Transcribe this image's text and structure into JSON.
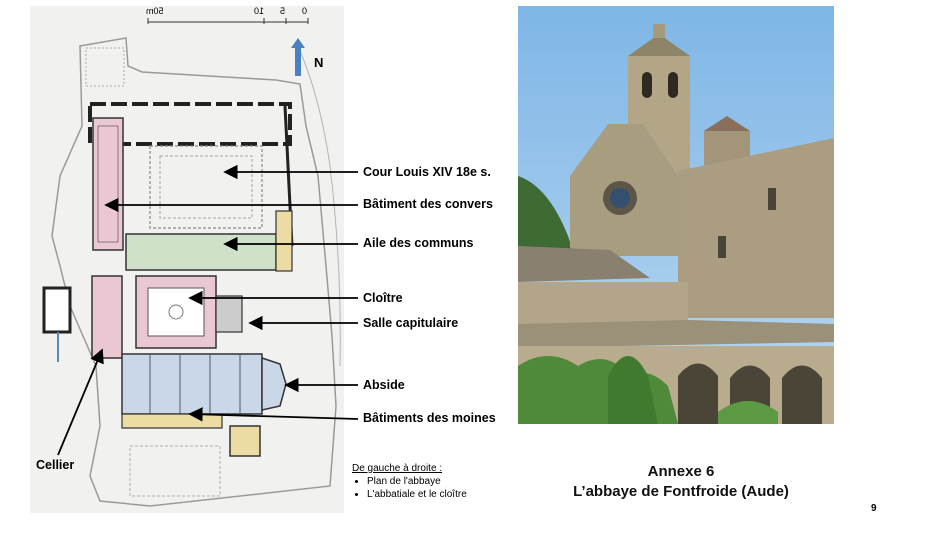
{
  "plan": {
    "north_label": "N",
    "scale_numbers": [
      "0",
      "5",
      "10",
      "50m"
    ],
    "labels": {
      "cour": "Cour Louis XIV 18e s.",
      "convers": "Bâtiment des convers",
      "communs": "Aile des communs",
      "cloitre": "Cloître",
      "capitulaire": "Salle capitulaire",
      "abside": "Abside",
      "moines": "Bâtiments des moines",
      "cellier": "Cellier"
    }
  },
  "note": {
    "title": "De gauche à droite :",
    "items": [
      "Plan de l'abbaye",
      "L'abbatiale et le cloître"
    ]
  },
  "caption": {
    "line1": "Annexe 6",
    "line2": "L’abbaye de Fontfroide (Aude)"
  },
  "page_number": "9",
  "colors": {
    "arrow_north": "#4a7fc1",
    "plan_pink": "#e9c8d3",
    "plan_blue": "#c9d7e8",
    "plan_green": "#cfe1c8",
    "plan_yellow": "#ecdca3",
    "sky": "#8fc1ea",
    "stone": "#b6a98c"
  }
}
